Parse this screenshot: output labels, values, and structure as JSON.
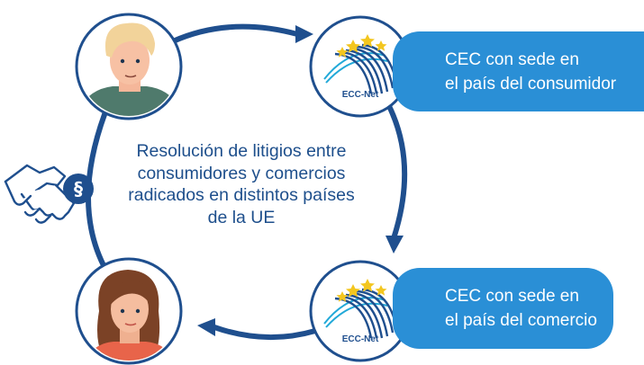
{
  "consumer_ecc": {
    "lines": [
      "CEC con sede en",
      "el país del consumidor"
    ],
    "logo_text": "ECC-Net"
  },
  "trader_ecc": {
    "lines": [
      "CEC con sede en",
      "el país del comercio"
    ],
    "logo_text": "ECC-Net"
  },
  "center_text": {
    "lines": [
      "Resolución de litigios entre",
      "consumidores y comercios",
      "radicados en distintos países",
      "de la UE"
    ]
  },
  "handshake_badge": {
    "symbol": "§"
  },
  "colors": {
    "navy": "#1e4f8c",
    "pill_blue": "#2a8fd6",
    "arc_blue": "#1f4f8e",
    "star_yellow": "#f3c61f",
    "logo_cyan": "#22a9d8"
  },
  "icons": [
    "consumer-avatar",
    "trader-avatar",
    "handshake-icon",
    "ecc-net-logo",
    "cycle-arrow"
  ]
}
